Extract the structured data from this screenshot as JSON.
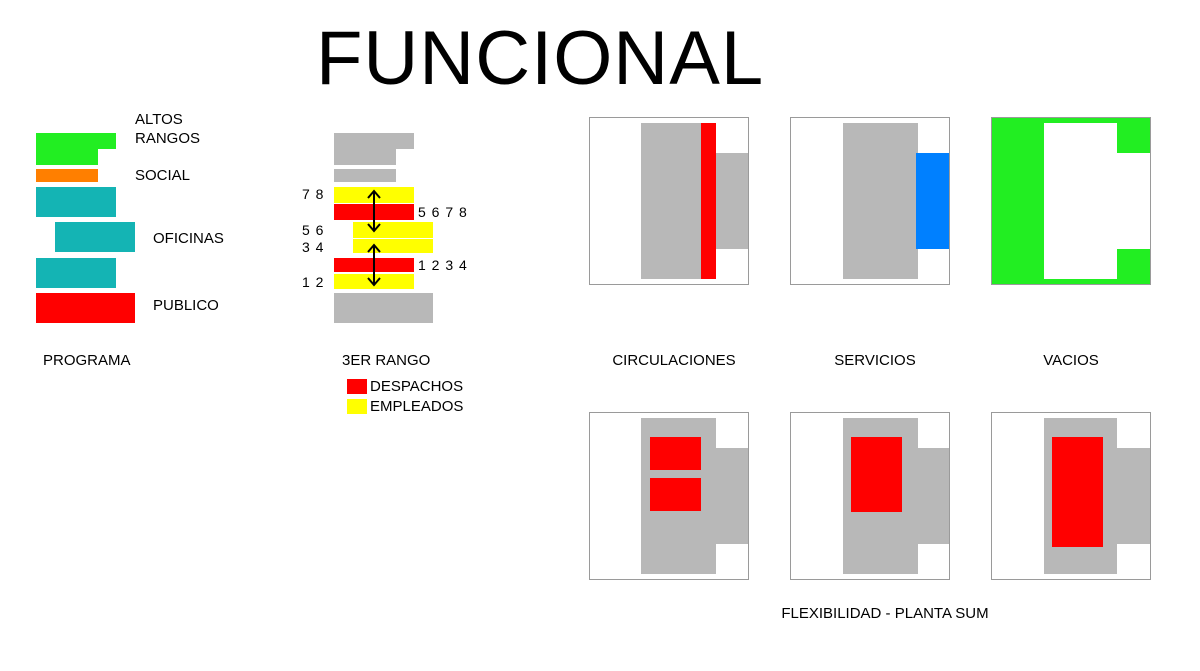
{
  "title": "FUNCIONAL",
  "colors": {
    "green": "#22ee22",
    "orange": "#ff7f00",
    "teal": "#14b4b4",
    "red": "#ff0000",
    "yellow": "#ffff00",
    "gray": "#b8b8b8",
    "blue": "#0080ff",
    "border": "#9a9a9a"
  },
  "programa": {
    "altos": "ALTOS",
    "rangos": "RANGOS",
    "social": "SOCIAL",
    "oficinas": "OFICINAS",
    "publico": "PUBLICO",
    "caption": "PROGRAMA"
  },
  "rango": {
    "label_78": "7 8",
    "label_5678": "5 6 7 8",
    "label_56": "5 6",
    "label_34": "3 4",
    "label_1234": "1 2 3 4",
    "label_12": "1 2",
    "caption": "3ER RANGO",
    "legend_despachos": "DESPACHOS",
    "legend_empleados": "EMPLEADOS"
  },
  "captions": {
    "circulaciones": "CIRCULACIONES",
    "servicios": "SERVICIOS",
    "vacios": "VACIOS",
    "flexibilidad": "FLEXIBILIDAD - PLANTA SUM"
  }
}
